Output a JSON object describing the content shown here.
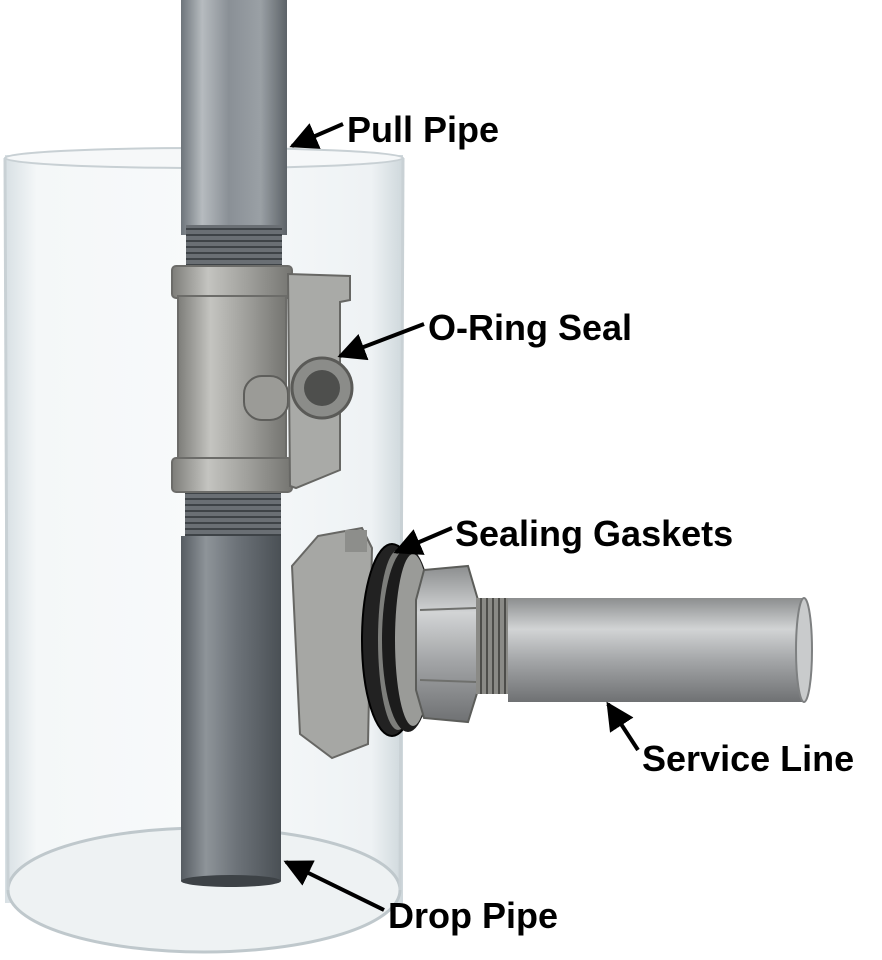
{
  "labels": {
    "pull_pipe": "Pull Pipe",
    "oring_seal": "O-Ring Seal",
    "sealing_gaskets": "Sealing Gaskets",
    "service_line": "Service Line",
    "drop_pipe": "Drop Pipe"
  },
  "colors": {
    "background": "#ffffff",
    "label_text": "#000000",
    "galvanized_steel": "#8f959b",
    "stainless_steel": "#a9a9a5",
    "clear_tube": "#dfe6ea",
    "gasket": "#1a1a1a"
  }
}
